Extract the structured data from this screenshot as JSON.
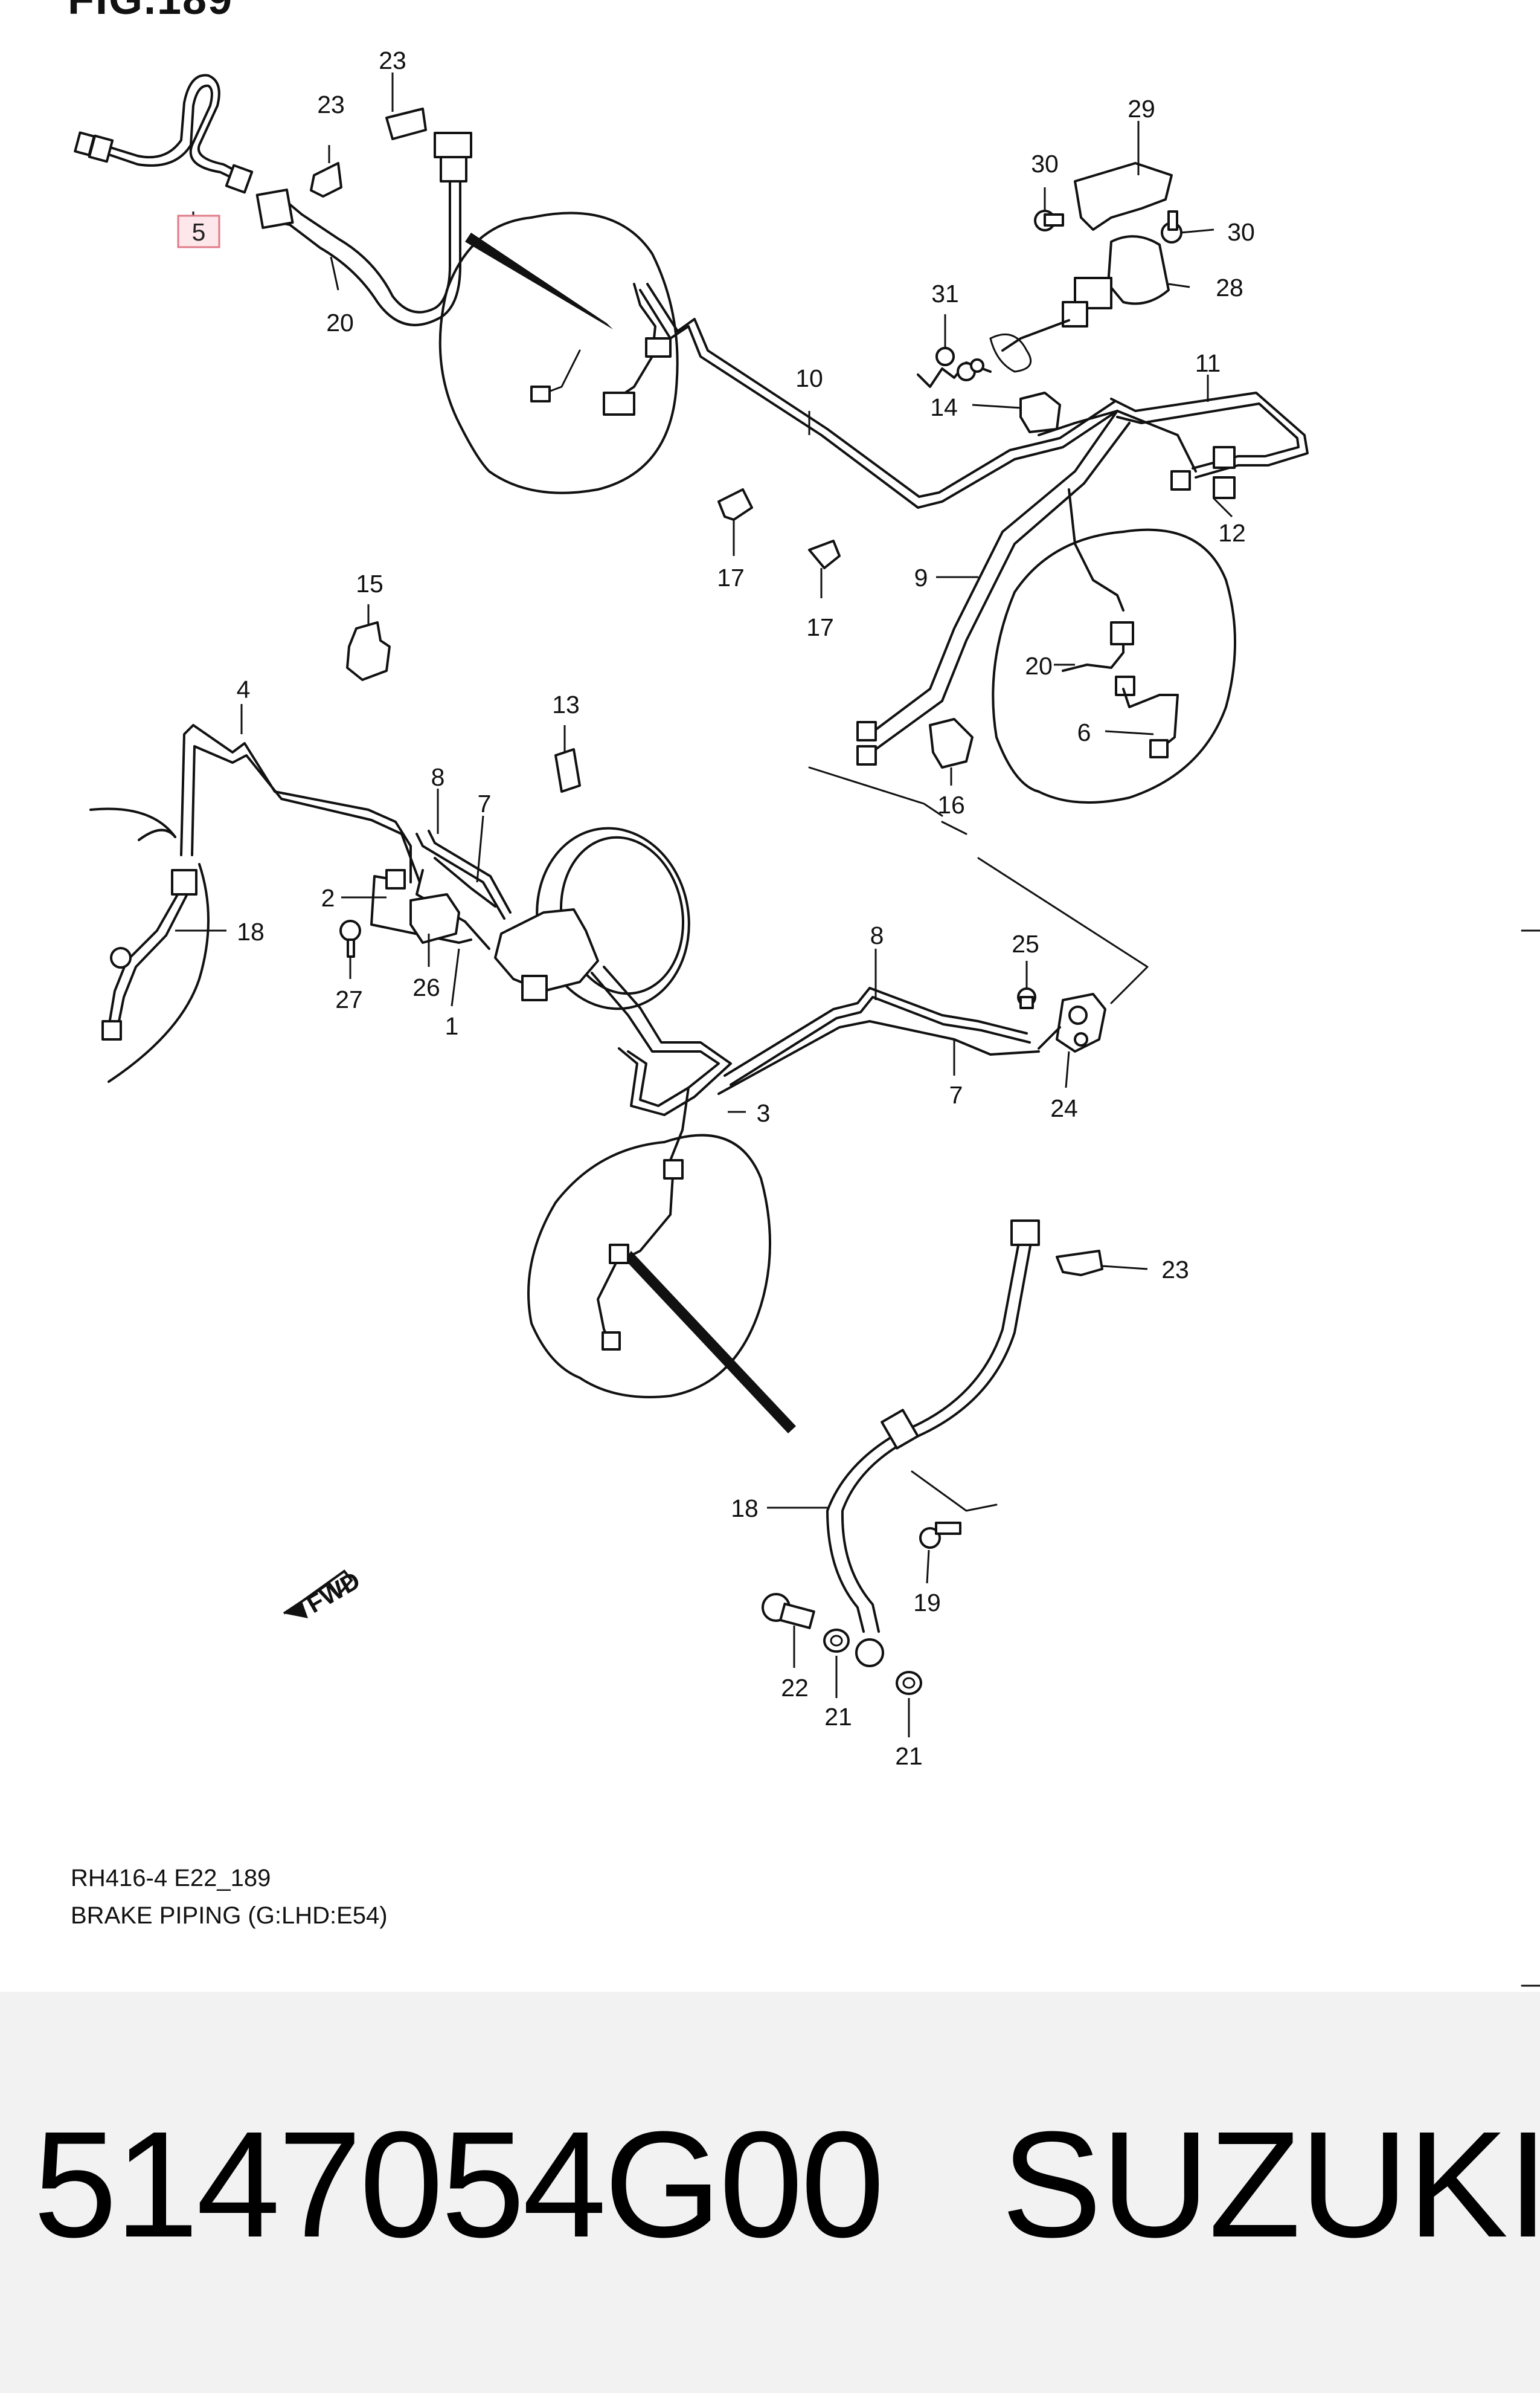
{
  "figure": {
    "title": "FIG.189",
    "diagram_code": "RH416-4 E22_189",
    "diagram_name": "BRAKE PIPING (G:LHD:E54)"
  },
  "highlighted_callout": "5",
  "callouts": {
    "c5": "5",
    "c23a": "23",
    "c23b": "23",
    "c20a": "20",
    "c10": "10",
    "c29": "29",
    "c30a": "30",
    "c30b": "30",
    "c28": "28",
    "c31": "31",
    "c14": "14",
    "c11": "11",
    "c12": "12",
    "c9": "9",
    "c17a": "17",
    "c17b": "17",
    "c15": "15",
    "c20b": "20",
    "c6": "6",
    "c16": "16",
    "c4": "4",
    "c13": "13",
    "c8a": "8",
    "c7a": "7",
    "c2": "2",
    "c18a": "18",
    "c27": "27",
    "c26": "26",
    "c1": "1",
    "c8b": "8",
    "c25": "25",
    "c7b": "7",
    "c24": "24",
    "c3": "3",
    "c23c": "23",
    "c18b": "18",
    "c19": "19",
    "c22": "22",
    "c21a": "21",
    "c21b": "21"
  },
  "fwd_label": "FWD",
  "footer": {
    "part_number": "5147054G00",
    "brand": "SUZUKI"
  },
  "colors": {
    "highlight_fill": "#fde7ea",
    "highlight_stroke": "#e07a88",
    "line": "#111111",
    "sheet": "#ffffff",
    "background": "#f2f2f2"
  }
}
